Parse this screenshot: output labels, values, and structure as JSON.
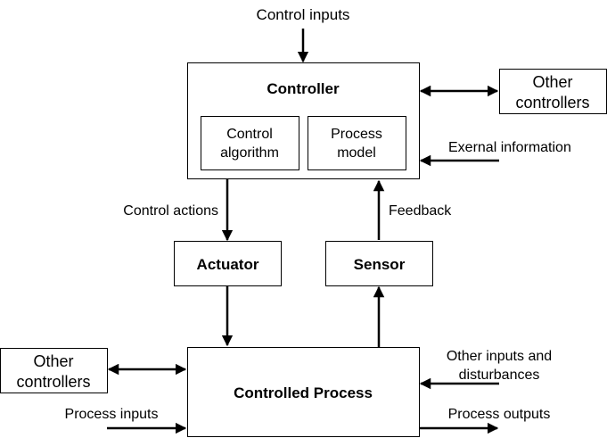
{
  "diagram": {
    "colors": {
      "stroke": "#000000",
      "background": "#ffffff",
      "text": "#000000"
    },
    "nodes": {
      "controller": "Controller",
      "control_algorithm": [
        "Control",
        "algorithm"
      ],
      "process_model": [
        "Process",
        "model"
      ],
      "actuator": "Actuator",
      "sensor": "Sensor",
      "controlled_process": "Controlled Process",
      "other_controllers_top": [
        "Other",
        "controllers"
      ],
      "other_controllers_bottom": [
        "Other",
        "controllers"
      ]
    },
    "edge_labels": {
      "control_inputs": "Control inputs",
      "external_information": "Exernal information",
      "control_actions": "Control actions",
      "feedback": "Feedback",
      "other_inputs": [
        "Other inputs and",
        "disturbances"
      ],
      "process_inputs": "Process inputs",
      "process_outputs": "Process outputs"
    }
  }
}
